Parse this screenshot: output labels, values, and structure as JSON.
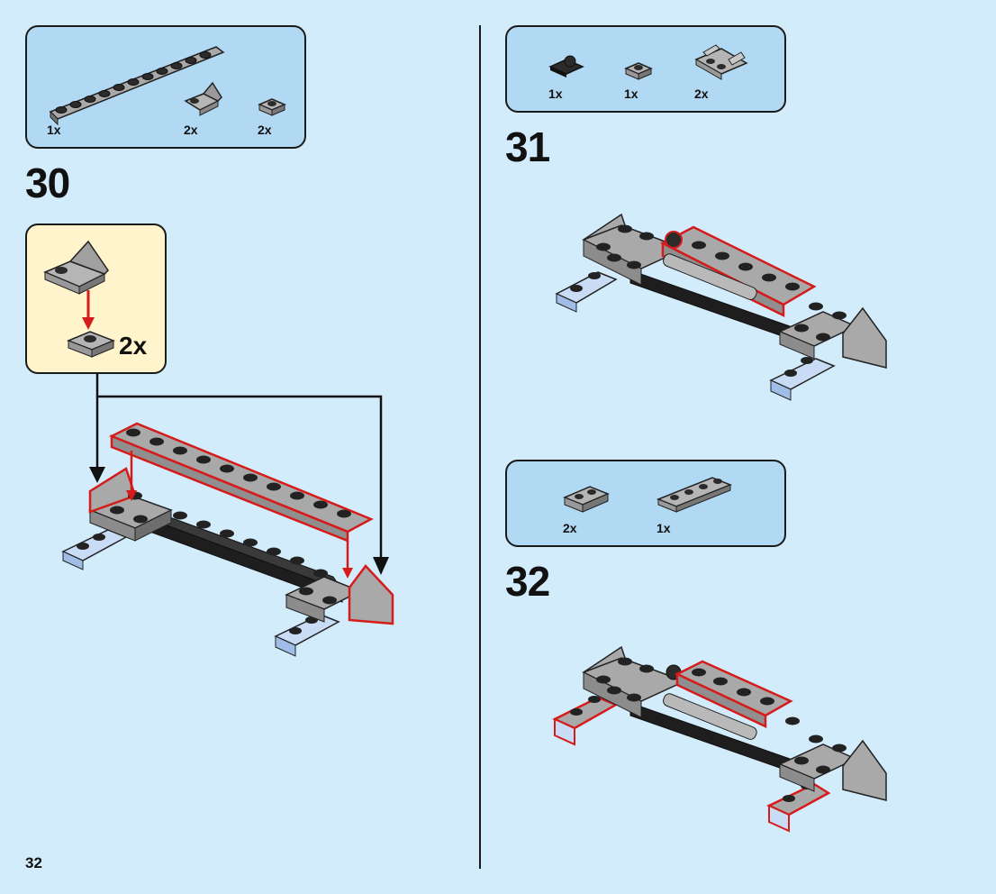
{
  "page": {
    "number": "32"
  },
  "steps": [
    {
      "number": "30",
      "parts": [
        {
          "quantity": "1x",
          "icon": "long-plate-1x12-icon"
        },
        {
          "quantity": "2x",
          "icon": "slope-brick-icon"
        },
        {
          "quantity": "2x",
          "icon": "plate-1x1-icon"
        }
      ],
      "subassembly": {
        "quantity": "2x"
      }
    },
    {
      "number": "31",
      "parts": [
        {
          "quantity": "1x",
          "icon": "clip-plate-icon"
        },
        {
          "quantity": "1x",
          "icon": "plate-1x1-icon"
        },
        {
          "quantity": "2x",
          "icon": "bar-holder-plate-icon"
        }
      ]
    },
    {
      "number": "32",
      "parts": [
        {
          "quantity": "2x",
          "icon": "plate-1x2-icon"
        },
        {
          "quantity": "1x",
          "icon": "plate-1x4-icon"
        }
      ]
    }
  ],
  "colors": {
    "background": "#d3ecfb",
    "parts_panel": "#b2d9f3",
    "subassembly_panel": "#fff4cc",
    "highlight": "#d61b1b",
    "brick_gray": "#a7a7a7",
    "brick_dark": "#2a2a2a",
    "brick_lightblue": "#c8dcf5"
  }
}
